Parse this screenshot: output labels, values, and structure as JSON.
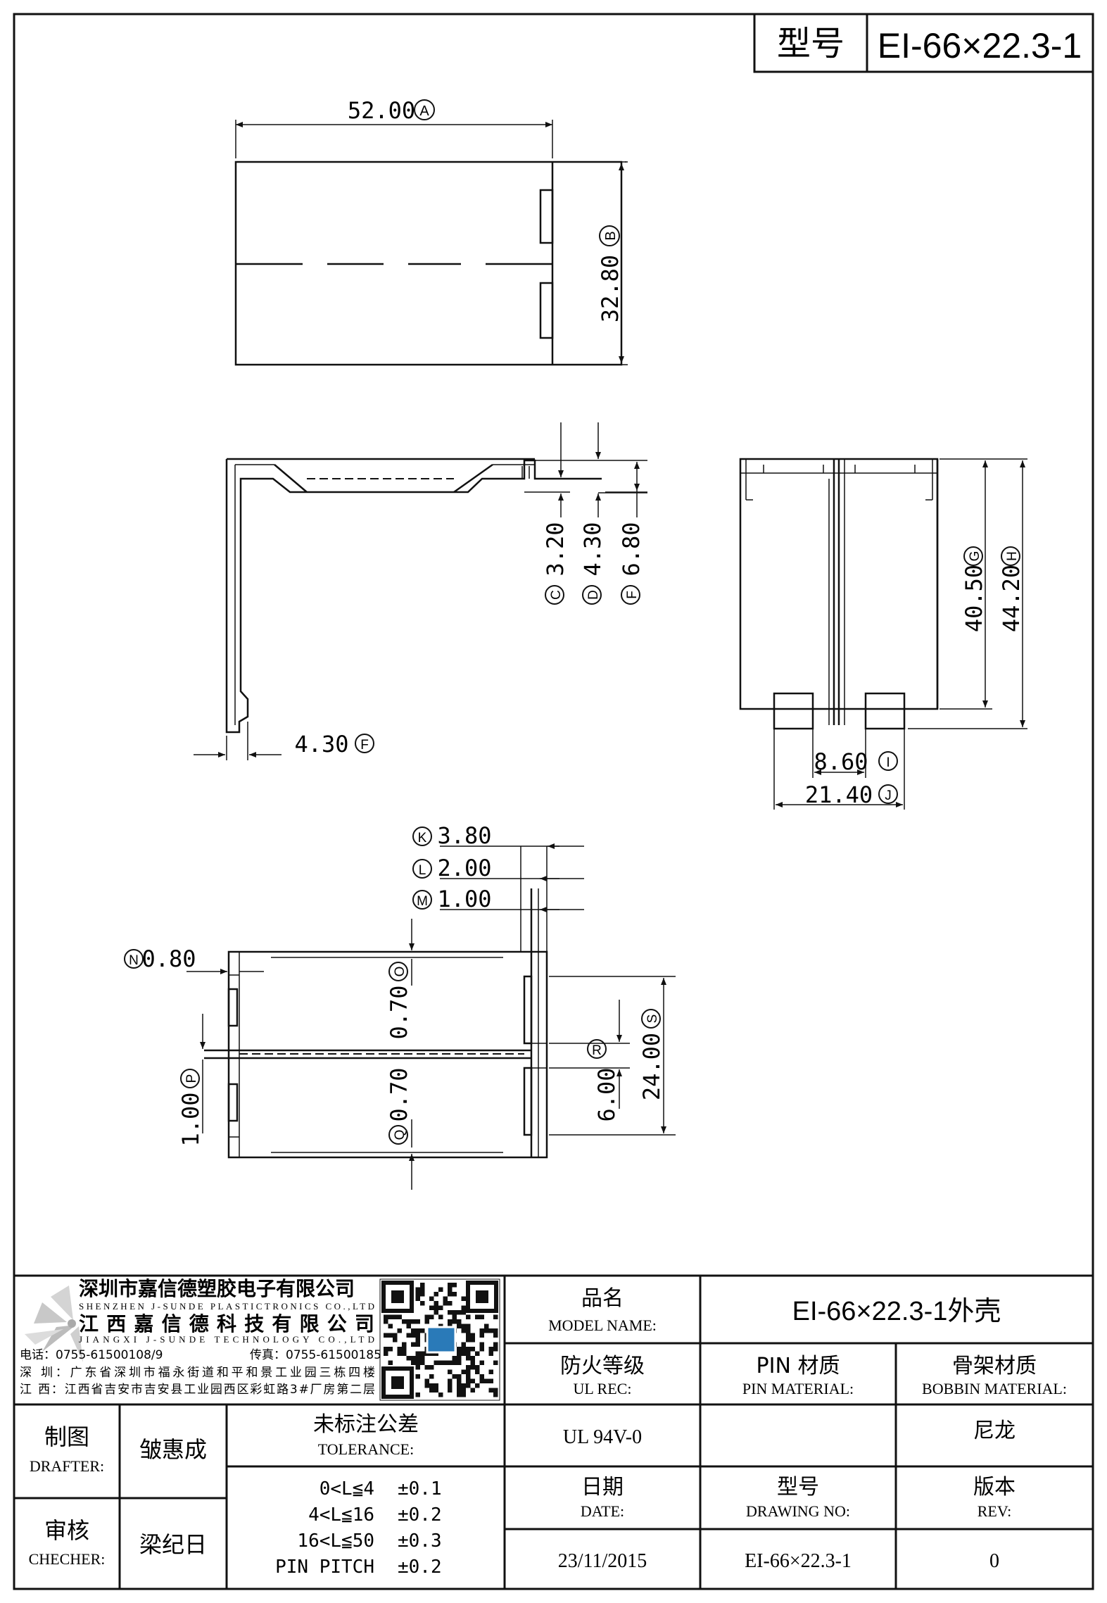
{
  "header": {
    "model_label": "型号",
    "model_value": "EI-66×22.3-1"
  },
  "dims": {
    "top_width": {
      "value": "52.00",
      "tag": "A"
    },
    "top_height": {
      "value": "32.80",
      "tag": "B"
    },
    "side_c": {
      "value": "3.20",
      "tag": "C"
    },
    "side_d": {
      "value": "4.30",
      "tag": "D"
    },
    "side_f": {
      "value": "6.80",
      "tag": "F"
    },
    "side_bottom": {
      "value": "4.30",
      "tag": "F"
    },
    "end_g": {
      "value": "40.50",
      "tag": "G"
    },
    "end_h": {
      "value": "44.20",
      "tag": "H"
    },
    "end_i": {
      "value": "8.60",
      "tag": "I"
    },
    "end_j": {
      "value": "21.40",
      "tag": "J"
    },
    "front_k": {
      "value": "3.80",
      "tag": "K"
    },
    "front_l": {
      "value": "2.00",
      "tag": "L"
    },
    "front_m": {
      "value": "1.00",
      "tag": "M"
    },
    "front_n": {
      "value": "0.80",
      "tag": "N"
    },
    "front_o": {
      "value": "0.70",
      "tag": "O"
    },
    "front_q": {
      "value": "0.70",
      "tag": "Q"
    },
    "front_p": {
      "value": "1.00",
      "tag": "P"
    },
    "front_r": {
      "value": "6.00",
      "tag": "R"
    },
    "front_s": {
      "value": "24.00",
      "tag": "S"
    }
  },
  "company": {
    "name_sz": "深圳市嘉信德塑胶电子有限公司",
    "name_sz_en": "SHENZHEN J-SUNDE PLASTICTRONICS CO.,LTD",
    "name_jx": "江西嘉信德科技有限公司",
    "name_jx_en": "JIANGXI J-SUNDE TECHNOLOGY CO.,LTD",
    "phone": "电话：0755-61500108/9",
    "fax": "传真：0755-61500185",
    "addr_sz": "深 圳：广东省深圳市福永街道和平和景工业园三栋四楼",
    "addr_jx": "江 西：江西省吉安市吉安县工业园西区彩虹路3#厂房第二层"
  },
  "title_block": {
    "model_name_cn": "品名",
    "model_name_en": "MODEL NAME:",
    "model_name_value": "EI-66×22.3-1外壳",
    "ul_cn": "防火等级",
    "ul_en": "UL REC:",
    "pin_cn": "PIN 材质",
    "pin_en": "PIN MATERIAL:",
    "bobbin_cn": "骨架材质",
    "bobbin_en": "BOBBIN MATERIAL:",
    "ul_value": "UL 94V-0",
    "pin_value": "",
    "bobbin_value": "尼龙",
    "drafter_cn": "制图",
    "drafter_en": "DRAFTER:",
    "drafter_name": "皱惠成",
    "checker_cn": "审核",
    "checker_en": "CHECHER:",
    "checker_name": "梁纪日",
    "tolerance_cn": "未标注公差",
    "tolerance_en": "TOLERANCE:",
    "tolerances": [
      {
        "range": "0<L≦4",
        "tol": "±0.1"
      },
      {
        "range": "4<L≦16",
        "tol": "±0.2"
      },
      {
        "range": "16<L≦50",
        "tol": "±0.3"
      },
      {
        "range": "PIN PITCH",
        "tol": "±0.2"
      }
    ],
    "date_cn": "日期",
    "date_en": "DATE:",
    "drawing_cn": "型号",
    "drawing_en": "DRAWING NO:",
    "rev_cn": "版本",
    "rev_en": "REV:",
    "date_value": "23/11/2015",
    "drawing_value": "EI-66×22.3-1",
    "rev_value": "0"
  }
}
